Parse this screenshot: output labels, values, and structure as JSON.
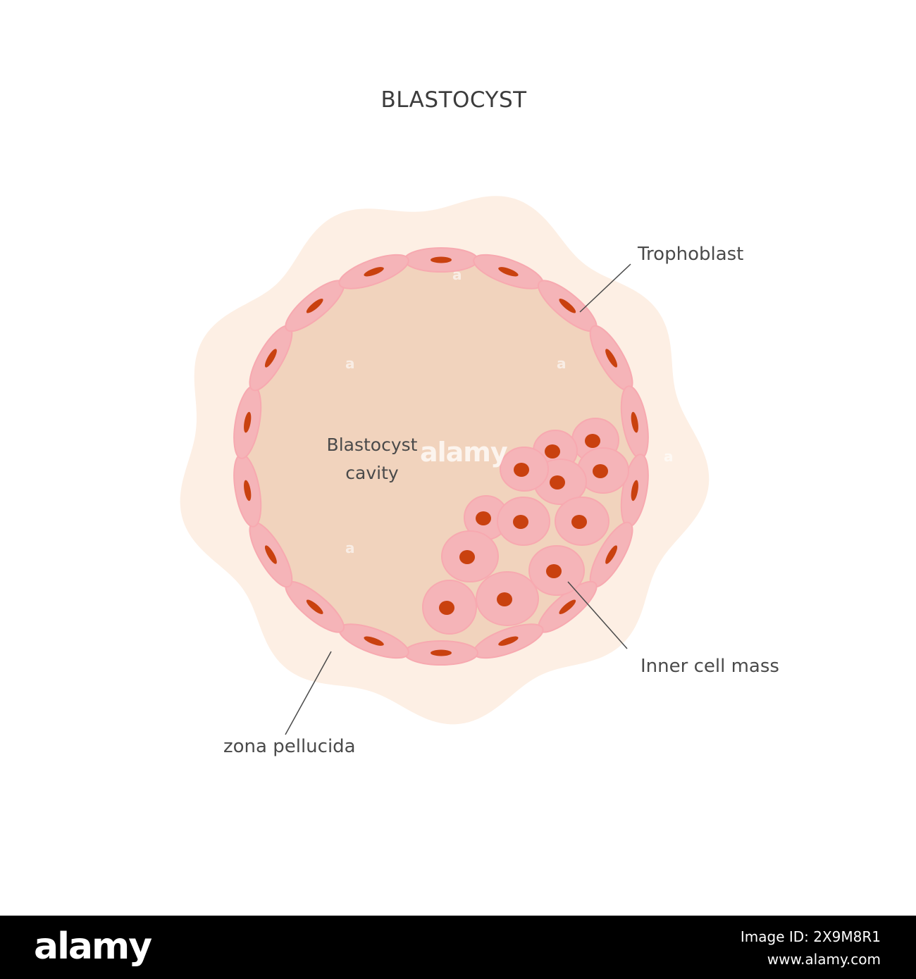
{
  "diagram": {
    "title": "BLASTOCYST",
    "labels": {
      "trophoblast": "Trophoblast",
      "cavity": "Blastocyst cavity",
      "inner_cell_mass": "Inner cell mass",
      "zona_pellucida": "zona pellucida"
    },
    "colors": {
      "zona": "#fdefe4",
      "cavity": "#f1d3bd",
      "cell": "#f5b4b8",
      "cell_edge": "#f7a9b0",
      "nucleus": "#c9410f",
      "leader_line": "#4a4a4a"
    }
  },
  "watermark": {
    "main": "alamy",
    "small_mark": "a"
  },
  "footer": {
    "logo": "alamy",
    "image_id": "Image ID: 2X9M8R1",
    "url": "www.alamy.com"
  }
}
